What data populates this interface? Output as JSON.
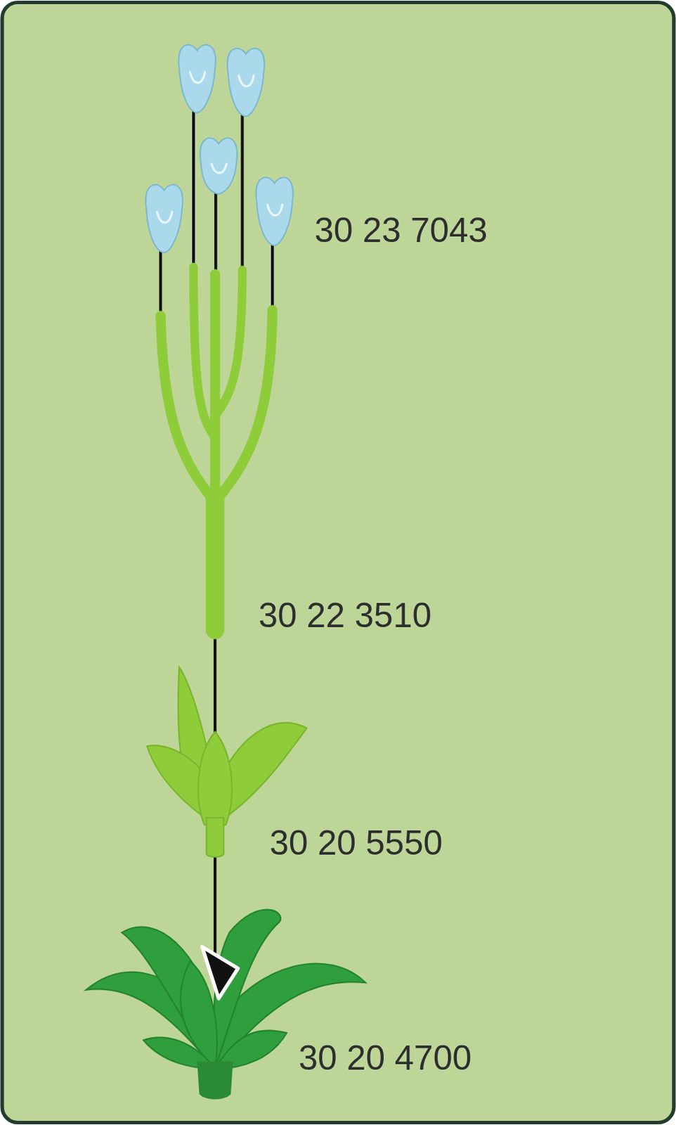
{
  "diagram": {
    "labels": [
      "30 23 7043",
      "30 22 3510",
      "30 20 5550",
      "30 20 4700"
    ]
  }
}
